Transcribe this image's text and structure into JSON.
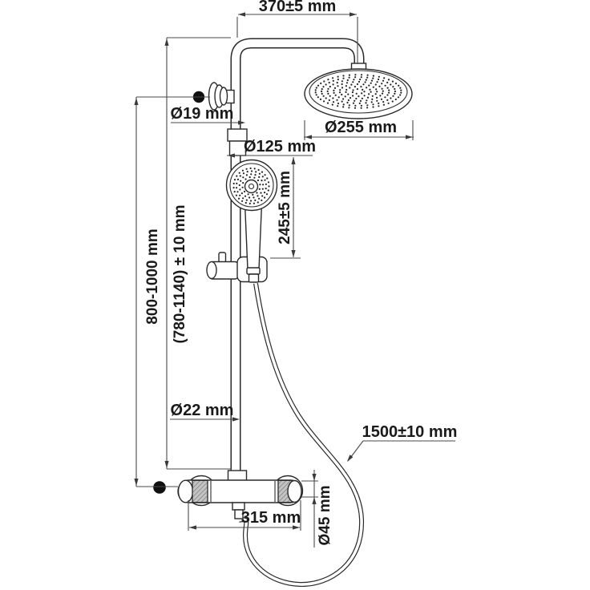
{
  "labels": {
    "arm_reach": "370±5 mm",
    "wall_connection_diameter": "Ø19 mm",
    "overhead_diameter": "Ø255 mm",
    "handshower_diameter": "Ø125 mm",
    "handshower_length": "245±5 mm",
    "installation_height": "800-1000 mm",
    "column_height": "(780-1140) ± 10 mm",
    "riser_diameter": "Ø22 mm",
    "hose_length": "1500±10 mm",
    "mixer_width": "315 mm",
    "knob_diameter": "Ø45 mm"
  },
  "colors": {
    "drawing_line": "#2a2a2a",
    "dimension_line": "#4a4a4a",
    "label_text": "#1a1a1a",
    "knurl_fill": "#c4c4c4",
    "mount_dot": "#101010"
  }
}
